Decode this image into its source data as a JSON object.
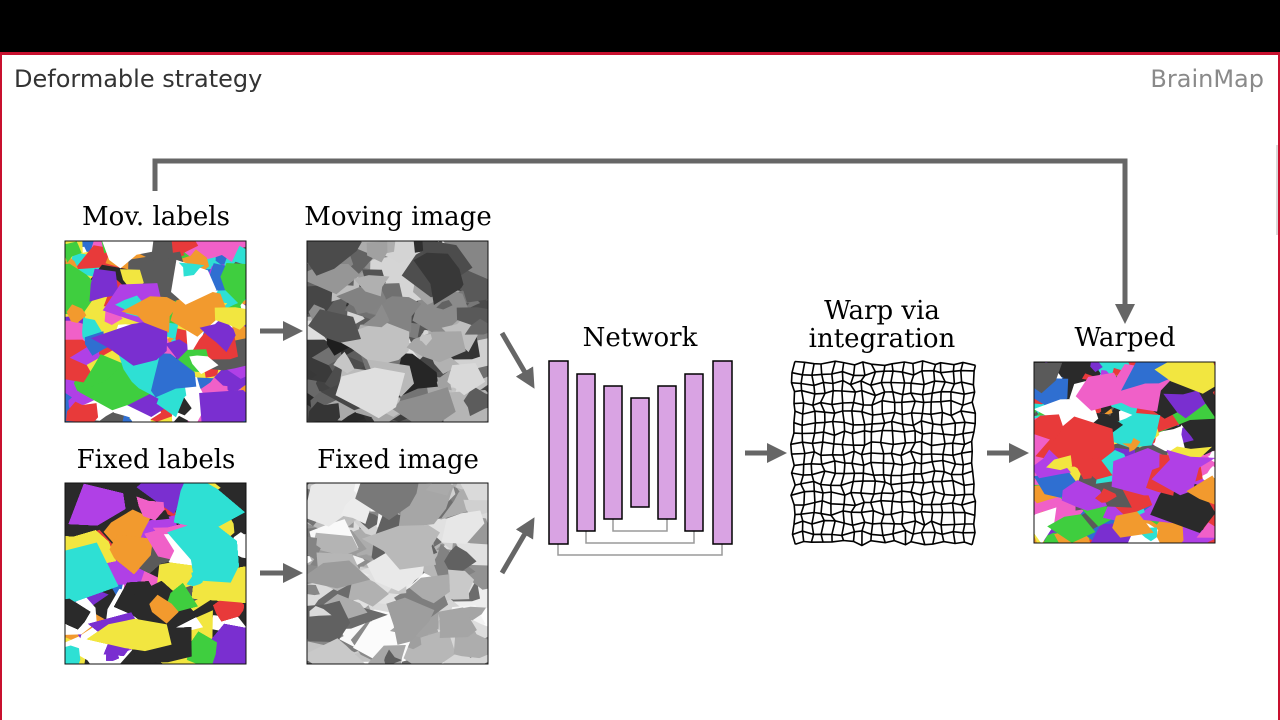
{
  "slide": {
    "title": "Deformable strategy",
    "brand": "BrainMap"
  },
  "diagram": {
    "labels": {
      "mov_labels": "Mov. labels",
      "moving_image": "Moving image",
      "fixed_labels": "Fixed labels",
      "fixed_image": "Fixed image",
      "network": "Network",
      "warp_line1": "Warp via",
      "warp_line2": "integration",
      "warped": "Warped"
    },
    "colors": {
      "arrow": "#666666",
      "unet_block": "#d9a3e3",
      "unet_stroke": "#000000",
      "skip": "#9a9a9a",
      "accent_frame": "#c8102e"
    },
    "label_palette": [
      "#2f6fd1",
      "#e83a3a",
      "#3fce3f",
      "#f2e640",
      "#b040e6",
      "#2ee0d4",
      "#f29a2e",
      "#2a2a2a",
      "#ffffff",
      "#7a2fd0",
      "#5a5a5a",
      "#f060c8"
    ]
  }
}
